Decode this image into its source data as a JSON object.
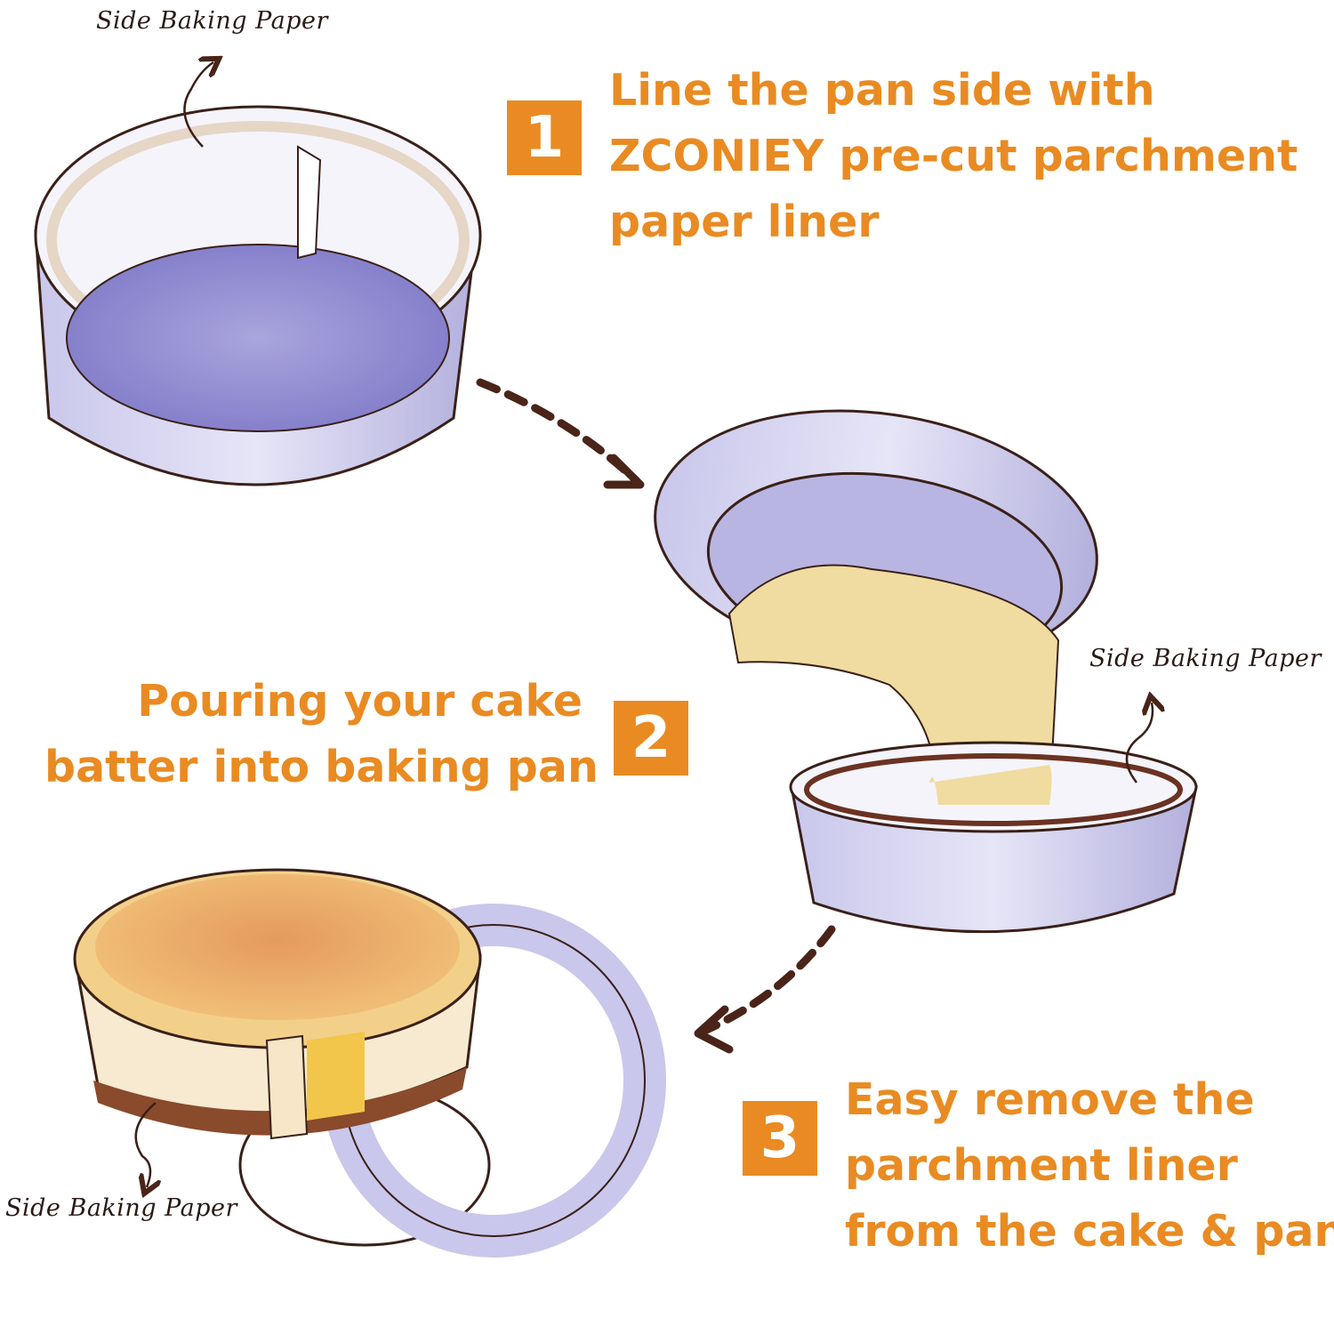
{
  "steps": [
    {
      "number": "1",
      "lines": [
        "Line the pan side with",
        "ZCONIEY pre-cut parchment",
        "paper liner"
      ]
    },
    {
      "number": "2",
      "lines": [
        "Pouring your cake",
        "batter into baking pan"
      ]
    },
    {
      "number": "3",
      "lines": [
        "Easy remove the",
        "parchment liner",
        "from the cake & pan"
      ]
    }
  ],
  "labels": {
    "side_paper_1": "Side Baking Paper",
    "side_paper_2": "Side Baking Paper",
    "side_paper_3": "Side Baking Paper"
  },
  "colors": {
    "accent": "#e98b22",
    "ink": "#3a2018",
    "pan": "#b8b6e0",
    "batter": "#f0dca0",
    "cake_top": "#e9a56a"
  }
}
